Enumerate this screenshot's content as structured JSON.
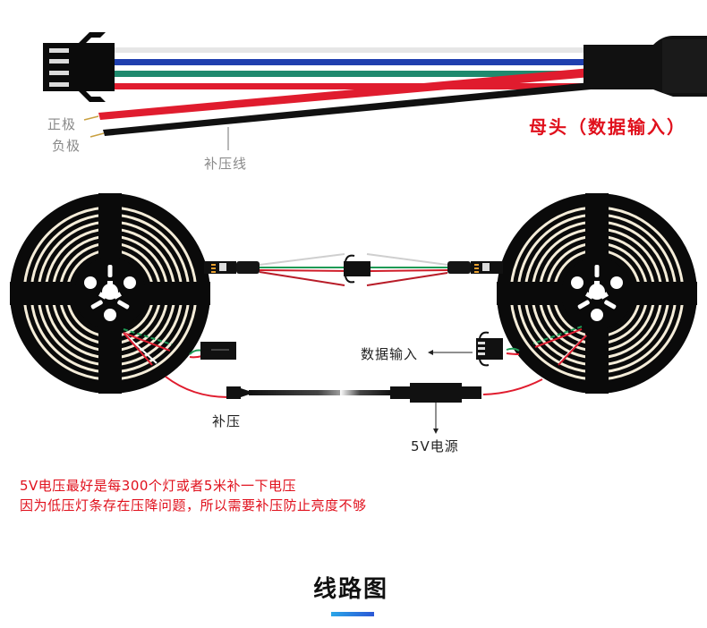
{
  "top_diagram": {
    "labels": {
      "positive": "正极",
      "negative": "负极",
      "compensation_wire": "补压线",
      "female_head": "母头（数据输入）"
    },
    "wire_colors": {
      "white": "#e6e6e6",
      "blue": "#1f3fae",
      "green": "#1f8a6e",
      "red": "#e01c2e",
      "black": "#111111"
    }
  },
  "middle_diagram": {
    "labels": {
      "data_input": "数据输入",
      "compensation": "补压",
      "power_5v": "5V电源"
    },
    "arrow_glyph": "←"
  },
  "notes": [
    "5V电压最好是每300个灯或者5米补一下电压",
    "因为低压灯条存在压降问题，所以需要补压防止亮度不够"
  ],
  "section": {
    "title": "线路图",
    "underline_colors": [
      "#2aa6e8",
      "#2b57d6"
    ]
  },
  "colors": {
    "accent_red": "#e0101c",
    "reel_black": "#0a0a0a",
    "strip_cream": "#f4ecd8"
  }
}
